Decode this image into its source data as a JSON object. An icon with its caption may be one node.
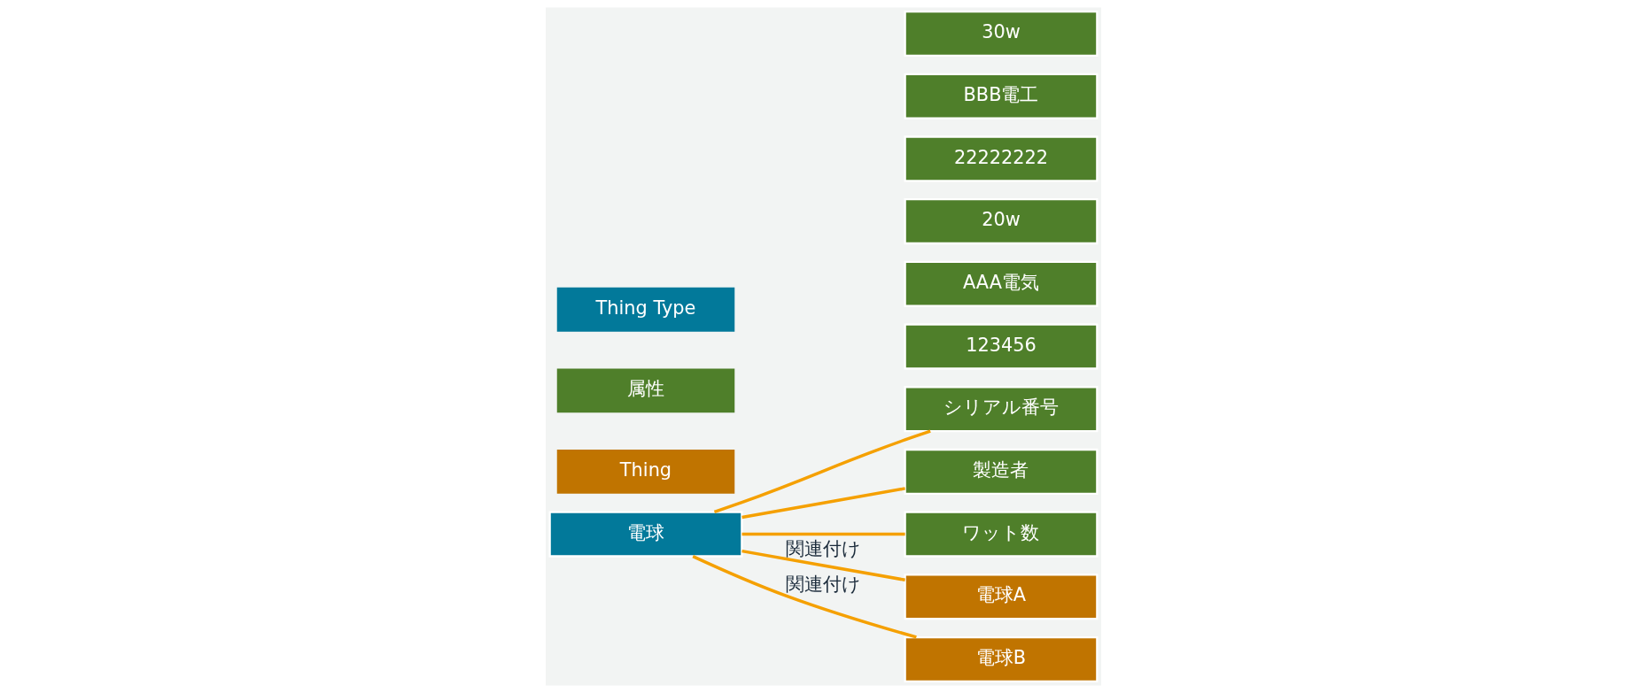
{
  "diagram": {
    "nodes": [
      {
        "text": [
          "電球"
        ]
      },
      {
        "text": [
          "シリアル番号"
        ]
      },
      {
        "text": [
          "製造者"
        ]
      },
      {
        "text": [
          "ワット数"
        ]
      },
      {
        "text": [
          "電球A"
        ]
      },
      {
        "text": [
          "電球B"
        ]
      },
      {
        "text": [
          "123456"
        ]
      },
      {
        "text": [
          "AAA電気"
        ]
      },
      {
        "text": [
          "20w"
        ]
      },
      {
        "text": [
          "22222222"
        ]
      },
      {
        "text": [
          "BBB電工"
        ]
      },
      {
        "text": [
          "30w"
        ]
      }
    ],
    "edges": [
      {
        "from": 0,
        "to": 1,
        "arrow": "none"
      },
      {
        "from": 0,
        "to": 2,
        "arrow": "none"
      },
      {
        "from": 0,
        "to": 3,
        "arrow": "none"
      },
      {
        "from": 0,
        "to": 4,
        "arrow": "none",
        "label": "関連付け"
      },
      {
        "from": 0,
        "to": 5,
        "arrow": "none",
        "label": "関連付け"
      }
    ],
    "legend": [
      {
        "text": "Thing Type",
        "color": "#02799a"
      },
      {
        "text": "属性",
        "color": "#4f7f2a"
      },
      {
        "text": "Thing",
        "color": "#c07400"
      }
    ]
  }
}
